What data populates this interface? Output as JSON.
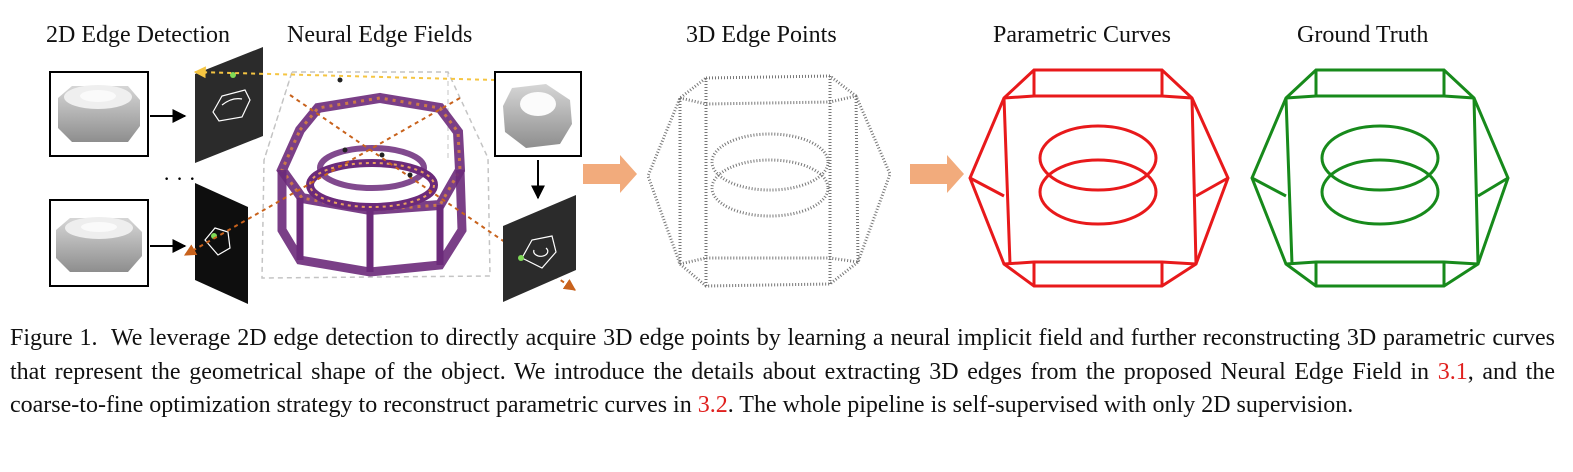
{
  "panels": {
    "edge_detection": "2D Edge Detection",
    "neural_fields": "Neural Edge Fields",
    "edge_points": "3D Edge Points",
    "param_curves": "Parametric Curves",
    "ground_truth": "Ground Truth"
  },
  "ellipsis": "· · ·",
  "caption": {
    "p1": "Figure 1.  We leverage 2D edge detection to directly acquire 3D edge points by learning a neural implicit field and further reconstructing 3D parametric curves that represent the geometrical shape of the object. We introduce the details about extracting 3D edges from the proposed Neural Edge Field in ",
    "ref1": "3.1",
    "p2": ", and the coarse-to-fine optimization strategy to reconstruct parametric curves in ",
    "ref2": "3.2",
    "p3": ". The whole pipeline is self-supervised with only 2D supervision."
  },
  "colors": {
    "curve_red": "#e8191b",
    "curve_green": "#178a1b",
    "arrow_orange": "#f2ab7c",
    "ray_yellow": "#f5c542",
    "ray_brown": "#c8621c",
    "field_purple": "#6b2a7a"
  }
}
